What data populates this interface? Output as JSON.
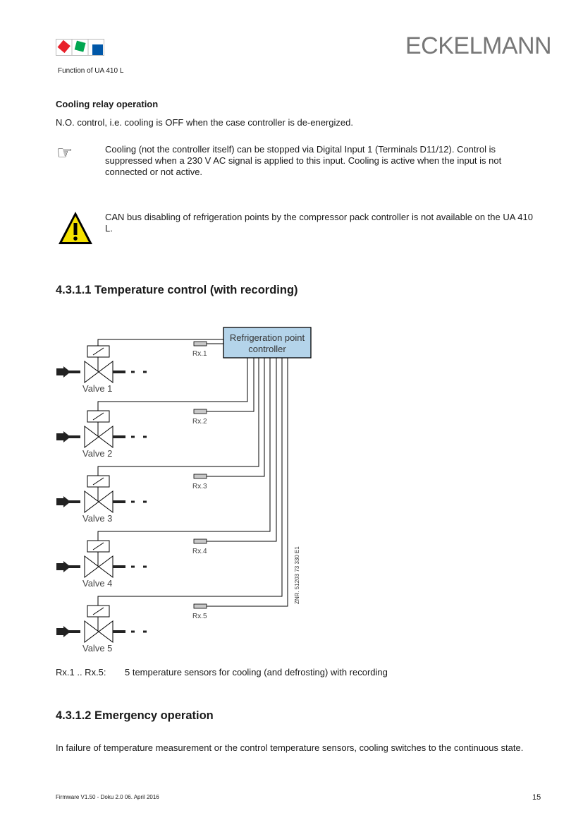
{
  "header": {
    "subtitle": "Function of UA 410 L",
    "brand": "ECKELMANN",
    "logo_colors": [
      "#e8202a",
      "#00a650",
      "#0057a8"
    ]
  },
  "relay": {
    "heading": "Cooling relay operation",
    "text": "N.O. control, i.e. cooling is OFF when the case controller is de-energized.",
    "note": "Cooling (not the controller itself) can be stopped via Digital Input 1 (Terminals D11/12). Control is suppressed when a 230 V AC signal is applied to this input. Cooling is active when the input is not connected or not active.",
    "warning": "CAN bus disabling of refrigeration points by the compressor pack controller is not available on the UA 410 L."
  },
  "section1": {
    "heading": "4.3.1.1  Temperature control (with recording)"
  },
  "diagram": {
    "controller": [
      "Refrigeration point",
      "controller"
    ],
    "valves": [
      "Valve 1",
      "Valve 2",
      "Valve 3",
      "Valve 4",
      "Valve 5"
    ],
    "sensors": [
      "Rx.1",
      "Rx.2",
      "Rx.3",
      "Rx.4",
      "Rx.5"
    ],
    "drawing_no": "ZNR. 51203 73 330 E1",
    "controller_fill": "#b4d4ea",
    "sensor_fill": "#c8c8c8"
  },
  "legend": {
    "key": "Rx.1 .. Rx.5:",
    "value": "5 temperature sensors for cooling (and defrosting) with recording"
  },
  "section2": {
    "heading": "4.3.1.2  Emergency operation",
    "text": "In failure of temperature measurement or the control temperature sensors, cooling switches to the continuous state."
  },
  "footer": {
    "left": "Firmware V1.50 - Doku 2.0   06. April 2016",
    "page": "15"
  }
}
